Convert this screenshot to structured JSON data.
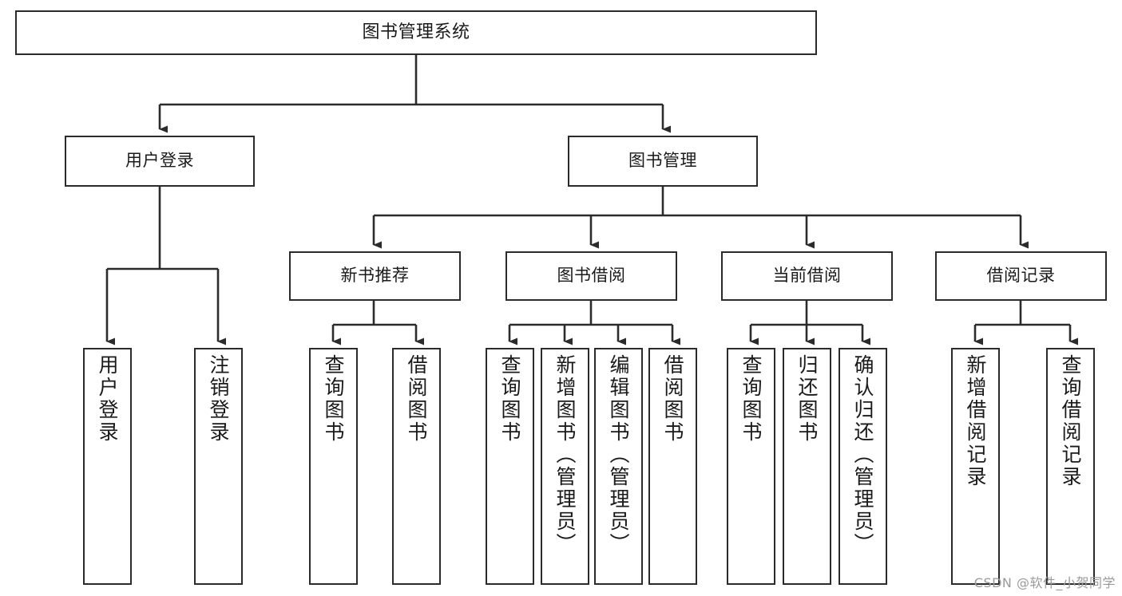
{
  "diagram": {
    "title": "图书管理系统",
    "type": "tree-hierarchy",
    "root": {
      "id": "root",
      "label": "图书管理系统"
    },
    "level2": [
      {
        "id": "user-login",
        "label": "用户登录"
      },
      {
        "id": "book-manage",
        "label": "图书管理"
      }
    ],
    "level3": [
      {
        "id": "new-book-recommend",
        "label": "新书推荐"
      },
      {
        "id": "book-borrow",
        "label": "图书借阅"
      },
      {
        "id": "current-borrow",
        "label": "当前借阅"
      },
      {
        "id": "borrow-record",
        "label": "借阅记录"
      }
    ],
    "leaves": {
      "user_login": [
        {
          "id": "leaf-user-login",
          "label": "用户登录"
        },
        {
          "id": "leaf-logout",
          "label": "注销登录"
        }
      ],
      "new_book_recommend": [
        {
          "id": "leaf-query-book-1",
          "label": "查询图书"
        },
        {
          "id": "leaf-borrow-book-1",
          "label": "借阅图书"
        }
      ],
      "book_borrow": [
        {
          "id": "leaf-query-book-2",
          "label": "查询图书"
        },
        {
          "id": "leaf-add-book",
          "label": "新增图书（管理员）"
        },
        {
          "id": "leaf-edit-book",
          "label": "编辑图书（管理员）"
        },
        {
          "id": "leaf-borrow-book-2",
          "label": "借阅图书"
        }
      ],
      "current_borrow": [
        {
          "id": "leaf-query-book-3",
          "label": "查询图书"
        },
        {
          "id": "leaf-return-book",
          "label": "归还图书"
        },
        {
          "id": "leaf-confirm-return",
          "label": "确认归还（管理员）"
        }
      ],
      "borrow_record": [
        {
          "id": "leaf-add-record",
          "label": "新增借阅记录"
        },
        {
          "id": "leaf-query-record",
          "label": "查询借阅记录"
        }
      ]
    }
  },
  "watermark": {
    "text": "CSDN @软件_小贺同学"
  },
  "colors": {
    "border": "#2b2b2b",
    "background": "#ffffff",
    "text": "#1a1a1a",
    "watermark": "#9a9a9a"
  }
}
